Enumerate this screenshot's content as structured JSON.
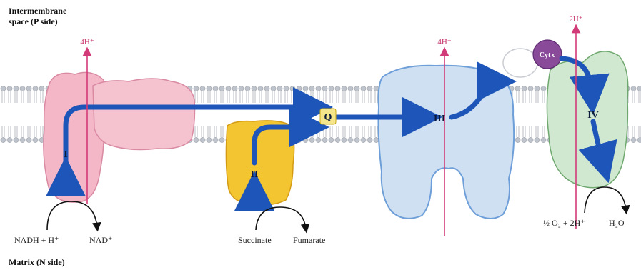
{
  "sides": {
    "top_line1": "Intermembrane",
    "top_line2": "space (P side)",
    "bottom": "Matrix (N side)"
  },
  "complexes": {
    "I": "I",
    "II": "II",
    "III": "III",
    "IV": "IV",
    "Q": "Q",
    "cytc": "Cyt c"
  },
  "protons": {
    "complex_I": "4H⁺",
    "complex_III": "4H⁺",
    "complex_IV": "2H⁺"
  },
  "reactions": {
    "nadh": "NADH + H⁺",
    "nad": "NAD⁺",
    "succinate": "Succinate",
    "fumarate": "Fumarate",
    "oxygen": "½ O₂ + 2H⁺",
    "water": "H₂O"
  },
  "colors": {
    "complex_I": "#f3b7c8",
    "complex_II": "#f2c531",
    "complex_III": "#cfe0f3",
    "complex_IV": "#cfe8cf",
    "cytochrome_c": "#8a4a9a",
    "electron_path": "#1e55b8",
    "proton_line": "#d23a78",
    "membrane_head": "#b9bec7"
  }
}
